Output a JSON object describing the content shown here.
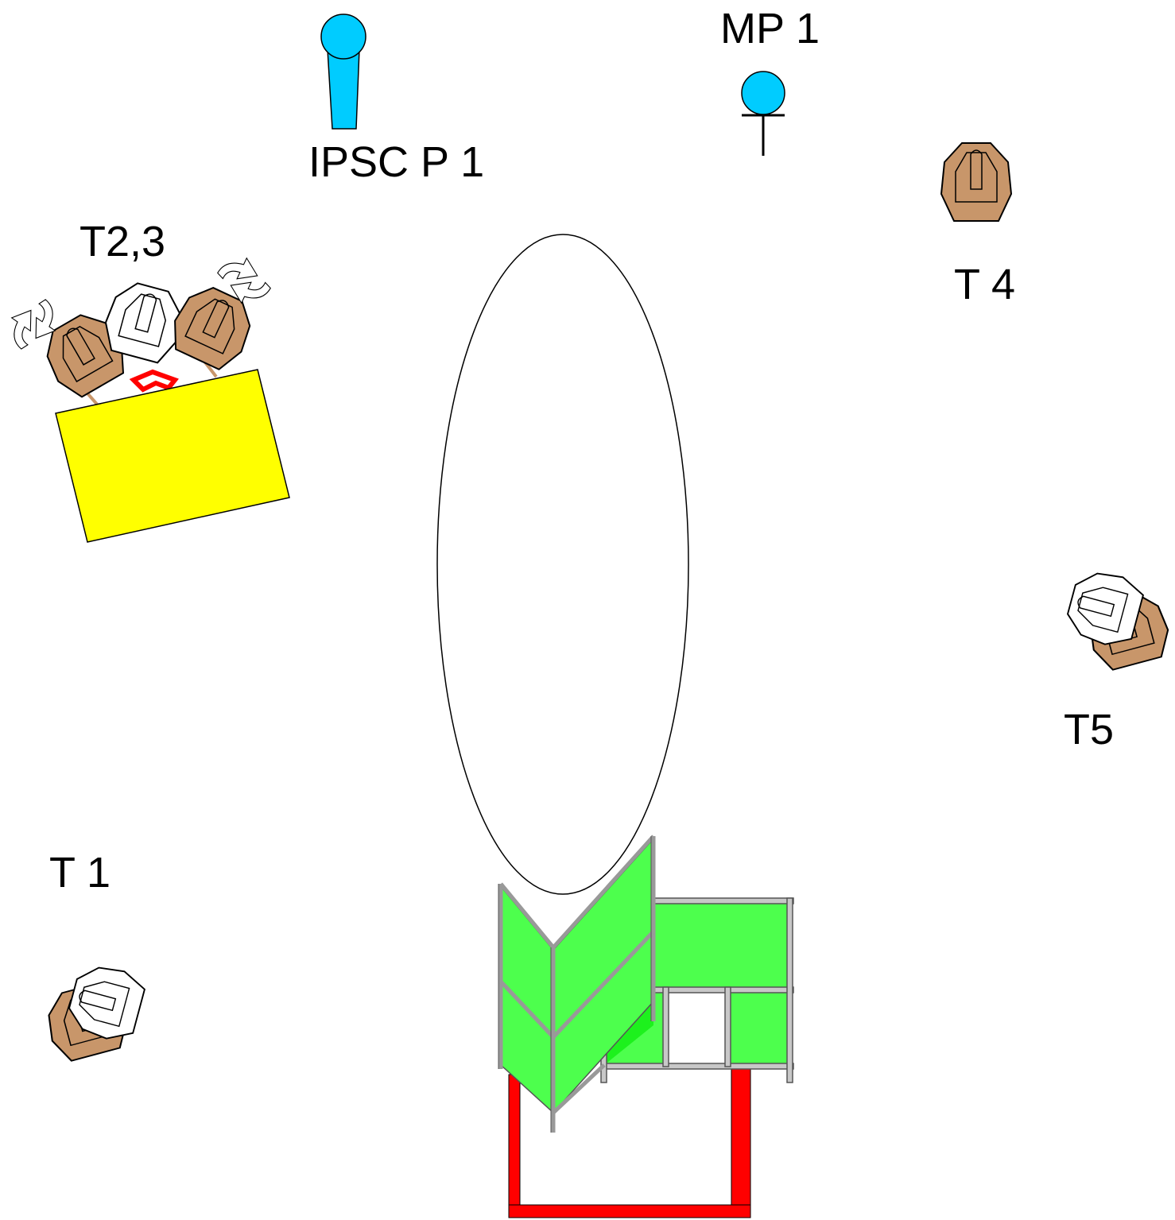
{
  "labels": {
    "ipsc_popper": "IPSC P 1",
    "mini_popper": "MP 1",
    "t23": "T2,3",
    "t4": "T 4",
    "t5": "T5",
    "t1": "T 1"
  },
  "colors": {
    "popper": "#00ccff",
    "target_brown": "#c8966a",
    "no_shoot": "#ffffff",
    "barrel": "#ffff00",
    "wall_green": "#4dff4d",
    "wall_green_dark": "#11ee11",
    "fault_line": "#ff0000",
    "frame_gray": "#c8c8c8"
  }
}
